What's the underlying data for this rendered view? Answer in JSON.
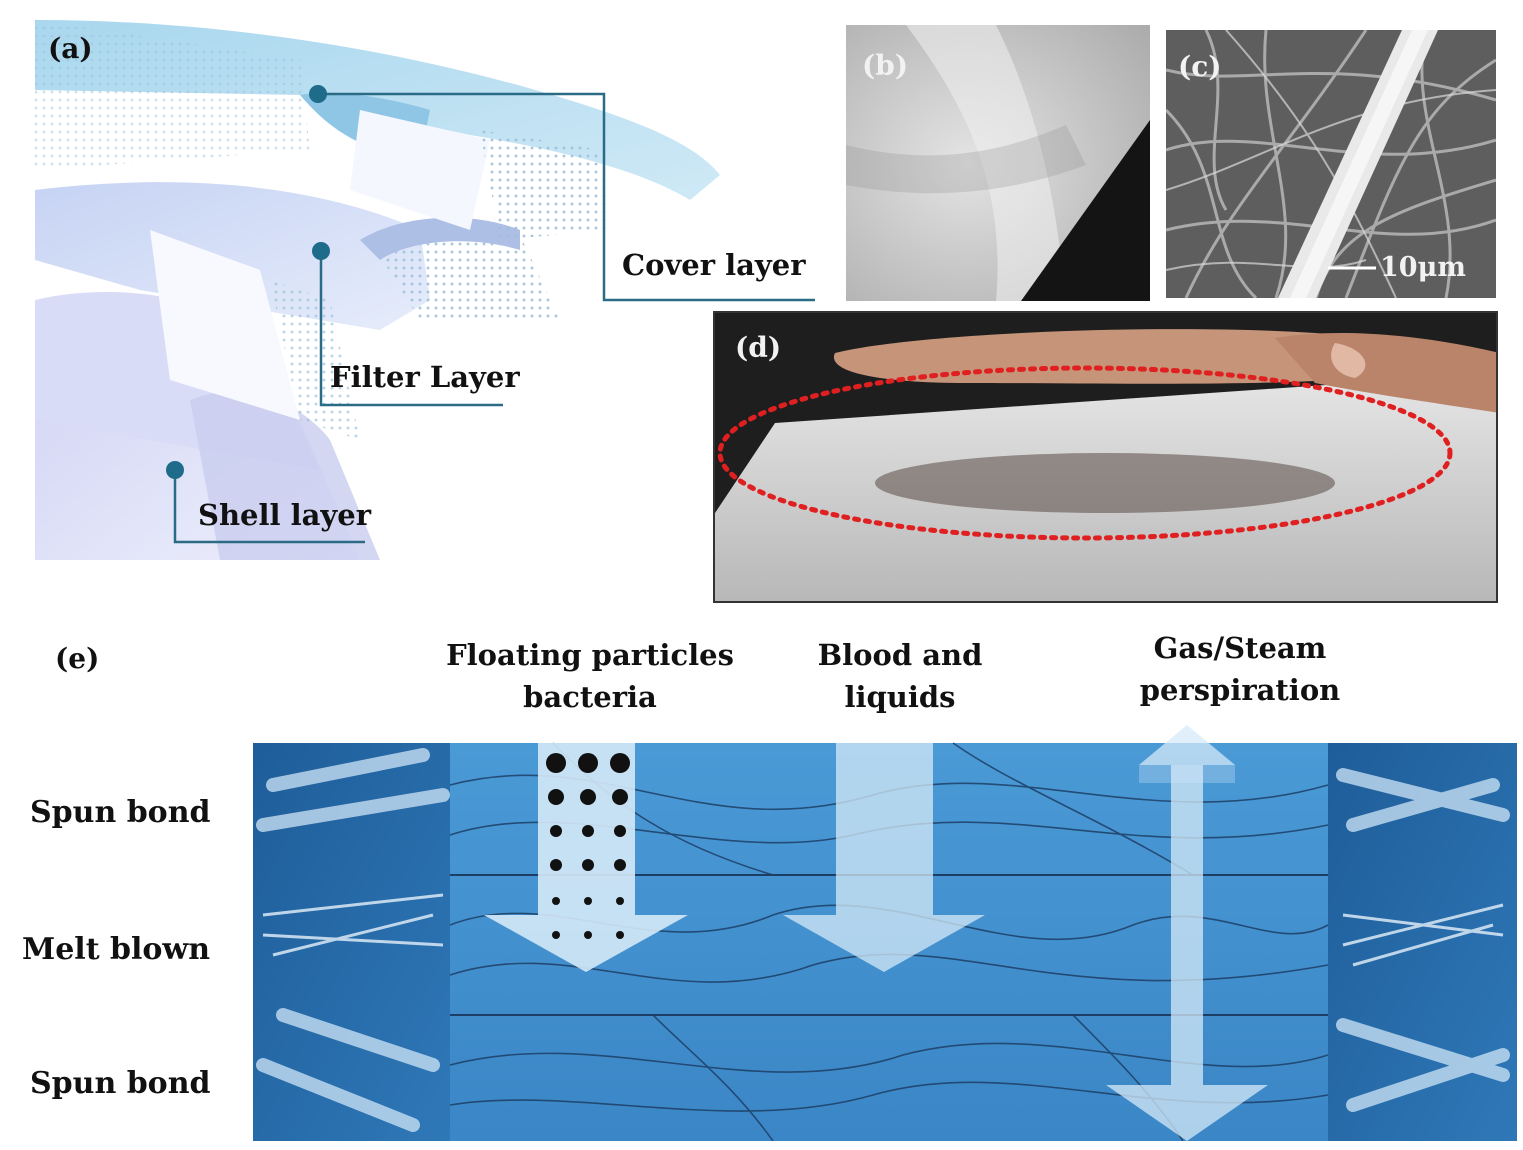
{
  "panels": {
    "a": {
      "label": "(a)",
      "callouts": {
        "cover": "Cover layer",
        "filter": "Filter Layer",
        "shell": "Shell layer"
      }
    },
    "b": {
      "label": "(b)"
    },
    "c": {
      "label": "(c)",
      "scale_bar": "10μm"
    },
    "d": {
      "label": "(d)"
    },
    "e": {
      "label": "(e)",
      "columns": [
        {
          "line1": "Floating particles",
          "line2": "bacteria"
        },
        {
          "line1": "Blood and",
          "line2": "liquids"
        },
        {
          "line1": "Gas/Steam",
          "line2": "perspiration"
        }
      ],
      "rows": [
        "Spun bond",
        "Melt blown",
        "Spun bond"
      ]
    }
  },
  "colors": {
    "layer_blue": "#3f8fd0",
    "mask_blue": "#bfe0f2",
    "highlight_red": "#e02020",
    "callout_line": "#2a6b86"
  }
}
